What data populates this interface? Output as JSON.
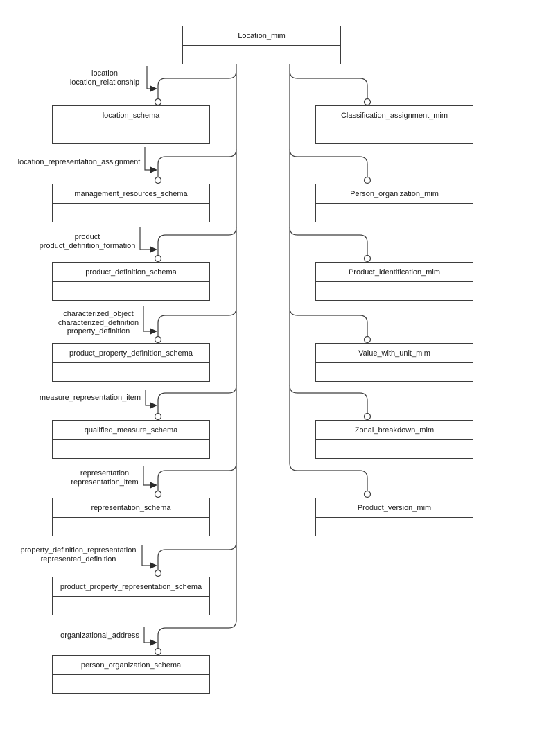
{
  "diagram": {
    "root": {
      "title": "Location_mim"
    },
    "left_column": [
      {
        "title": "location_schema",
        "edge_label": "location\nlocation_relationship"
      },
      {
        "title": "management_resources_schema",
        "edge_label": "location_representation_assignment"
      },
      {
        "title": "product_definition_schema",
        "edge_label": "product\nproduct_definition_formation"
      },
      {
        "title": "product_property_definition_schema",
        "edge_label": "characterized_object\ncharacterized_definition\nproperty_definition"
      },
      {
        "title": "qualified_measure_schema",
        "edge_label": "measure_representation_item"
      },
      {
        "title": "representation_schema",
        "edge_label": "representation\nrepresentation_item"
      },
      {
        "title": "product_property_representation_schema",
        "edge_label": "property_definition_representation\nrepresented_definition"
      },
      {
        "title": "person_organization_schema",
        "edge_label": "organizational_address"
      }
    ],
    "right_column": [
      {
        "title": "Classification_assignment_mim"
      },
      {
        "title": "Person_organization_mim"
      },
      {
        "title": "Product_identification_mim"
      },
      {
        "title": "Value_with_unit_mim"
      },
      {
        "title": "Zonal_breakdown_mim"
      },
      {
        "title": "Product_version_mim"
      }
    ],
    "colors": {
      "line": "#3d3d3d",
      "box_border": "#3d3d3d",
      "box_fill": "#ffffff",
      "text": "#1c1c1c",
      "background": "#ffffff"
    }
  }
}
